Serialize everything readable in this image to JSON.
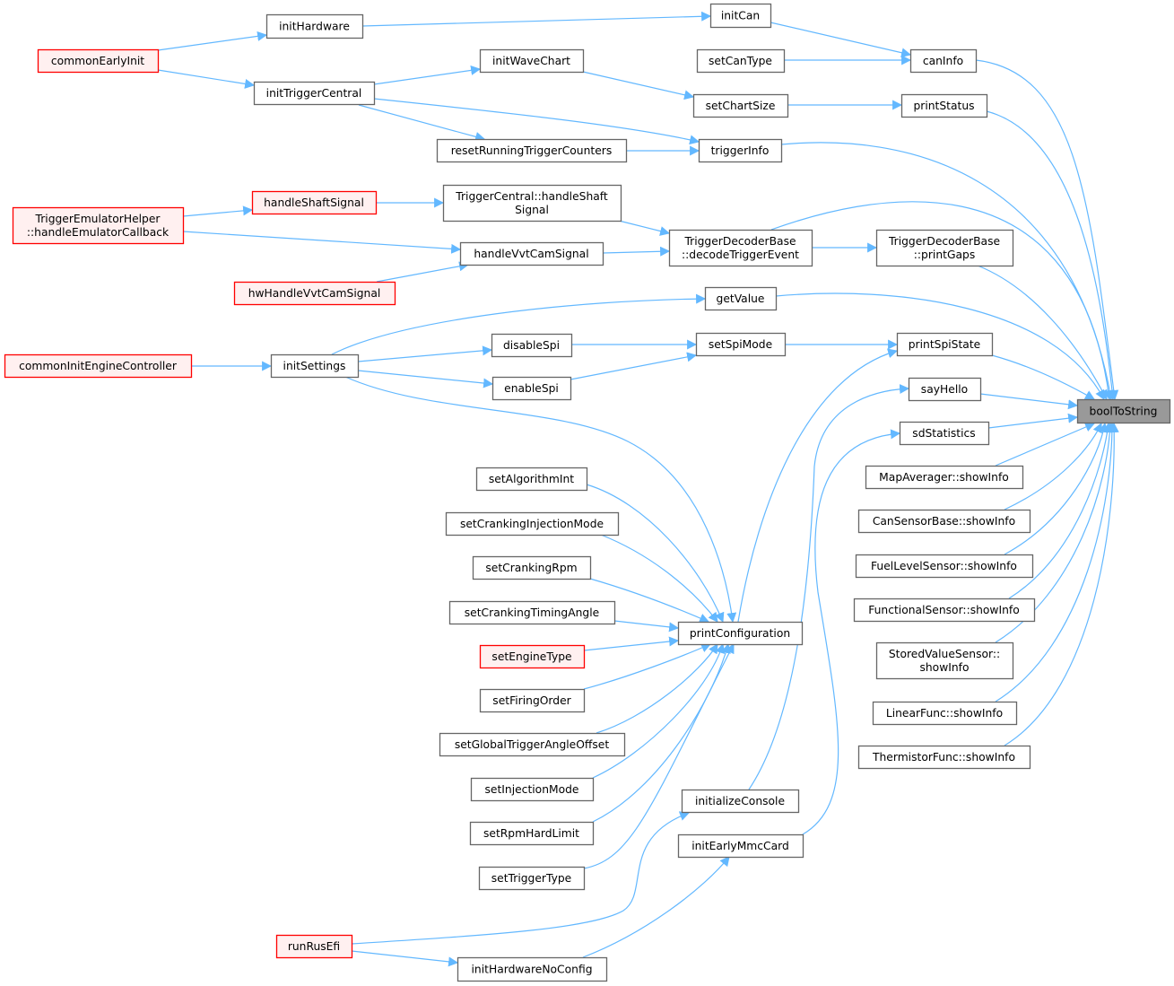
{
  "graph": {
    "title": "boolToString caller graph",
    "colors": {
      "edge": "#63b8ff",
      "node_border": "#666666",
      "truncated_border": "#ff0000",
      "truncated_fill": "#fff0f0",
      "root_fill": "#999999"
    },
    "nodes": [
      {
        "id": "boolToString",
        "lines": [
          "boolToString"
        ],
        "style": "root"
      },
      {
        "id": "initHardware",
        "lines": [
          "initHardware"
        ],
        "style": "normal"
      },
      {
        "id": "commonEarlyInit",
        "lines": [
          "commonEarlyInit"
        ],
        "style": "red"
      },
      {
        "id": "initCan",
        "lines": [
          "initCan"
        ],
        "style": "normal"
      },
      {
        "id": "setCanType",
        "lines": [
          "setCanType"
        ],
        "style": "normal"
      },
      {
        "id": "canInfo",
        "lines": [
          "canInfo"
        ],
        "style": "normal"
      },
      {
        "id": "initWaveChart",
        "lines": [
          "initWaveChart"
        ],
        "style": "normal"
      },
      {
        "id": "initTriggerCentral",
        "lines": [
          "initTriggerCentral"
        ],
        "style": "normal"
      },
      {
        "id": "setChartSize",
        "lines": [
          "setChartSize"
        ],
        "style": "normal"
      },
      {
        "id": "printStatus",
        "lines": [
          "printStatus"
        ],
        "style": "normal"
      },
      {
        "id": "resetRunningTriggerCounters",
        "lines": [
          "resetRunningTriggerCounters"
        ],
        "style": "normal"
      },
      {
        "id": "triggerInfo",
        "lines": [
          "triggerInfo"
        ],
        "style": "normal"
      },
      {
        "id": "handleShaftSignal",
        "lines": [
          "handleShaftSignal"
        ],
        "style": "red"
      },
      {
        "id": "tcHandleShaftSignal",
        "lines": [
          "TriggerCentral::handleShaft",
          "Signal"
        ],
        "style": "normal"
      },
      {
        "id": "handleEmulatorCallback",
        "lines": [
          "TriggerEmulatorHelper",
          "::handleEmulatorCallback"
        ],
        "style": "red"
      },
      {
        "id": "handleVvtCamSignal",
        "lines": [
          "handleVvtCamSignal"
        ],
        "style": "normal"
      },
      {
        "id": "decodeTriggerEvent",
        "lines": [
          "TriggerDecoderBase",
          "::decodeTriggerEvent"
        ],
        "style": "normal"
      },
      {
        "id": "printGaps",
        "lines": [
          "TriggerDecoderBase",
          "::printGaps"
        ],
        "style": "normal"
      },
      {
        "id": "hwHandleVvtCamSignal",
        "lines": [
          "hwHandleVvtCamSignal"
        ],
        "style": "red"
      },
      {
        "id": "getValue",
        "lines": [
          "getValue"
        ],
        "style": "normal"
      },
      {
        "id": "commonInitEngineController",
        "lines": [
          "commonInitEngineController"
        ],
        "style": "red"
      },
      {
        "id": "initSettings",
        "lines": [
          "initSettings"
        ],
        "style": "normal"
      },
      {
        "id": "disableSpi",
        "lines": [
          "disableSpi"
        ],
        "style": "normal"
      },
      {
        "id": "setSpiMode",
        "lines": [
          "setSpiMode"
        ],
        "style": "normal"
      },
      {
        "id": "printSpiState",
        "lines": [
          "printSpiState"
        ],
        "style": "normal"
      },
      {
        "id": "enableSpi",
        "lines": [
          "enableSpi"
        ],
        "style": "normal"
      },
      {
        "id": "sayHello",
        "lines": [
          "sayHello"
        ],
        "style": "normal"
      },
      {
        "id": "sdStatistics",
        "lines": [
          "sdStatistics"
        ],
        "style": "normal"
      },
      {
        "id": "mapAveragerShowInfo",
        "lines": [
          "MapAverager::showInfo"
        ],
        "style": "normal"
      },
      {
        "id": "canSensorBaseShowInfo",
        "lines": [
          "CanSensorBase::showInfo"
        ],
        "style": "normal"
      },
      {
        "id": "fuelLevelSensorShowInfo",
        "lines": [
          "FuelLevelSensor::showInfo"
        ],
        "style": "normal"
      },
      {
        "id": "functionalSensorShowInfo",
        "lines": [
          "FunctionalSensor::showInfo"
        ],
        "style": "normal"
      },
      {
        "id": "storedValueSensorShowInfo",
        "lines": [
          "StoredValueSensor::",
          "showInfo"
        ],
        "style": "normal"
      },
      {
        "id": "linearFuncShowInfo",
        "lines": [
          "LinearFunc::showInfo"
        ],
        "style": "normal"
      },
      {
        "id": "thermistorFuncShowInfo",
        "lines": [
          "ThermistorFunc::showInfo"
        ],
        "style": "normal"
      },
      {
        "id": "setAlgorithmInt",
        "lines": [
          "setAlgorithmInt"
        ],
        "style": "normal"
      },
      {
        "id": "setCrankingInjectionMode",
        "lines": [
          "setCrankingInjectionMode"
        ],
        "style": "normal"
      },
      {
        "id": "setCrankingRpm",
        "lines": [
          "setCrankingRpm"
        ],
        "style": "normal"
      },
      {
        "id": "setCrankingTimingAngle",
        "lines": [
          "setCrankingTimingAngle"
        ],
        "style": "normal"
      },
      {
        "id": "setEngineType",
        "lines": [
          "setEngineType"
        ],
        "style": "red"
      },
      {
        "id": "setFiringOrder",
        "lines": [
          "setFiringOrder"
        ],
        "style": "normal"
      },
      {
        "id": "setGlobalTriggerAngleOffset",
        "lines": [
          "setGlobalTriggerAngleOffset"
        ],
        "style": "normal"
      },
      {
        "id": "setInjectionMode",
        "lines": [
          "setInjectionMode"
        ],
        "style": "normal"
      },
      {
        "id": "setRpmHardLimit",
        "lines": [
          "setRpmHardLimit"
        ],
        "style": "normal"
      },
      {
        "id": "setTriggerType",
        "lines": [
          "setTriggerType"
        ],
        "style": "normal"
      },
      {
        "id": "printConfiguration",
        "lines": [
          "printConfiguration"
        ],
        "style": "normal"
      },
      {
        "id": "initializeConsole",
        "lines": [
          "initializeConsole"
        ],
        "style": "normal"
      },
      {
        "id": "initEarlyMmcCard",
        "lines": [
          "initEarlyMmcCard"
        ],
        "style": "normal"
      },
      {
        "id": "runRusEfi",
        "lines": [
          "runRusEfi"
        ],
        "style": "red"
      },
      {
        "id": "initHardwareNoConfig",
        "lines": [
          "initHardwareNoConfig"
        ],
        "style": "normal"
      }
    ],
    "edges": [
      [
        "commonEarlyInit",
        "initHardware"
      ],
      [
        "commonEarlyInit",
        "initTriggerCentral"
      ],
      [
        "initHardware",
        "initCan"
      ],
      [
        "initCan",
        "canInfo"
      ],
      [
        "setCanType",
        "canInfo"
      ],
      [
        "initTriggerCentral",
        "initWaveChart"
      ],
      [
        "initWaveChart",
        "setChartSize"
      ],
      [
        "initTriggerCentral",
        "triggerInfo"
      ],
      [
        "initTriggerCentral",
        "resetRunningTriggerCounters"
      ],
      [
        "resetRunningTriggerCounters",
        "triggerInfo"
      ],
      [
        "setChartSize",
        "printStatus"
      ],
      [
        "canInfo",
        "boolToString"
      ],
      [
        "printStatus",
        "boolToString"
      ],
      [
        "triggerInfo",
        "boolToString"
      ],
      [
        "decodeTriggerEvent",
        "boolToString"
      ],
      [
        "printGaps",
        "boolToString"
      ],
      [
        "getValue",
        "boolToString"
      ],
      [
        "printSpiState",
        "boolToString"
      ],
      [
        "sayHello",
        "boolToString"
      ],
      [
        "sdStatistics",
        "boolToString"
      ],
      [
        "mapAveragerShowInfo",
        "boolToString"
      ],
      [
        "canSensorBaseShowInfo",
        "boolToString"
      ],
      [
        "fuelLevelSensorShowInfo",
        "boolToString"
      ],
      [
        "functionalSensorShowInfo",
        "boolToString"
      ],
      [
        "storedValueSensorShowInfo",
        "boolToString"
      ],
      [
        "linearFuncShowInfo",
        "boolToString"
      ],
      [
        "thermistorFuncShowInfo",
        "boolToString"
      ],
      [
        "handleShaftSignal",
        "tcHandleShaftSignal"
      ],
      [
        "handleEmulatorCallback",
        "handleShaftSignal"
      ],
      [
        "handleEmulatorCallback",
        "handleVvtCamSignal"
      ],
      [
        "hwHandleVvtCamSignal",
        "handleVvtCamSignal"
      ],
      [
        "tcHandleShaftSignal",
        "decodeTriggerEvent"
      ],
      [
        "handleVvtCamSignal",
        "decodeTriggerEvent"
      ],
      [
        "decodeTriggerEvent",
        "printGaps"
      ],
      [
        "commonInitEngineController",
        "initSettings"
      ],
      [
        "initSettings",
        "getValue"
      ],
      [
        "initSettings",
        "disableSpi"
      ],
      [
        "initSettings",
        "enableSpi"
      ],
      [
        "disableSpi",
        "setSpiMode"
      ],
      [
        "enableSpi",
        "setSpiMode"
      ],
      [
        "setSpiMode",
        "printSpiState"
      ],
      [
        "initSettings",
        "printConfiguration"
      ],
      [
        "setAlgorithmInt",
        "printConfiguration"
      ],
      [
        "setCrankingInjectionMode",
        "printConfiguration"
      ],
      [
        "setCrankingRpm",
        "printConfiguration"
      ],
      [
        "setCrankingTimingAngle",
        "printConfiguration"
      ],
      [
        "setEngineType",
        "printConfiguration"
      ],
      [
        "setFiringOrder",
        "printConfiguration"
      ],
      [
        "setGlobalTriggerAngleOffset",
        "printConfiguration"
      ],
      [
        "setInjectionMode",
        "printConfiguration"
      ],
      [
        "setRpmHardLimit",
        "printConfiguration"
      ],
      [
        "setTriggerType",
        "printConfiguration"
      ],
      [
        "printConfiguration",
        "printSpiState"
      ],
      [
        "initializeConsole",
        "sayHello"
      ],
      [
        "initEarlyMmcCard",
        "sdStatistics"
      ],
      [
        "runRusEfi",
        "initializeConsole"
      ],
      [
        "runRusEfi",
        "initHardwareNoConfig"
      ],
      [
        "initHardwareNoConfig",
        "initEarlyMmcCard"
      ]
    ]
  }
}
